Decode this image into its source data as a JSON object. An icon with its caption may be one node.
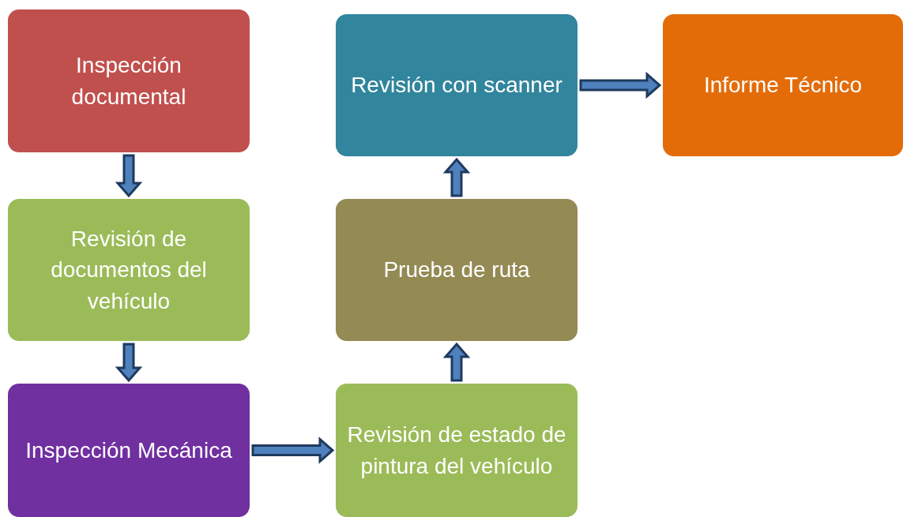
{
  "diagram": {
    "nodes": [
      {
        "text": [
          "Inspección documental"
        ]
      },
      {
        "text": [
          "Revisión de documentos del vehículo"
        ]
      },
      {
        "text": [
          "Inspección Mecánica"
        ]
      },
      {
        "text": [
          "Revisión de estado de pintura del vehículo"
        ]
      },
      {
        "text": [
          "Prueba de ruta"
        ]
      },
      {
        "text": [
          "Revisión con scanner"
        ]
      },
      {
        "text": [
          "Informe Técnico"
        ]
      }
    ],
    "edges": [
      {
        "from": 0,
        "to": 1,
        "arrow": "to"
      },
      {
        "from": 1,
        "to": 2,
        "arrow": "to"
      },
      {
        "from": 2,
        "to": 3,
        "arrow": "to"
      },
      {
        "from": 3,
        "to": 4,
        "arrow": "to"
      },
      {
        "from": 4,
        "to": 5,
        "arrow": "to"
      },
      {
        "from": 5,
        "to": 6,
        "arrow": "to"
      }
    ]
  }
}
